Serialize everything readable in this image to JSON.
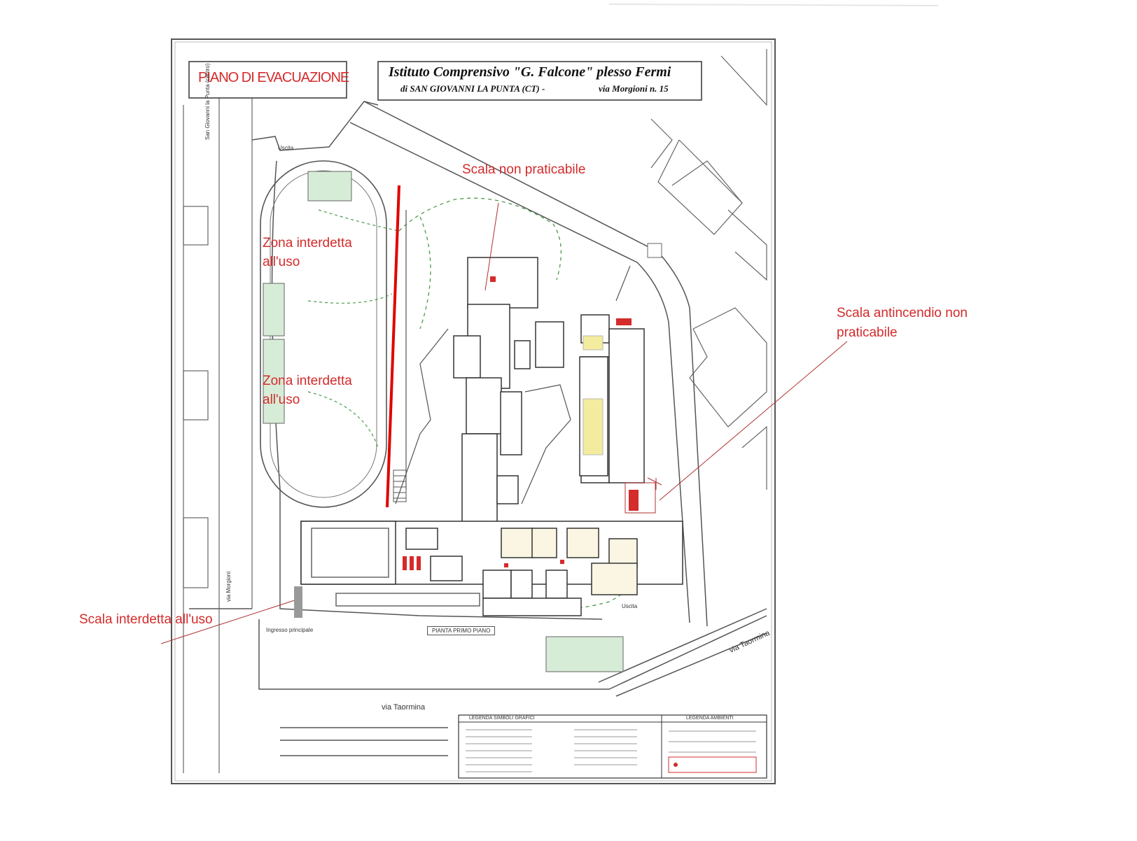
{
  "header": {
    "plan_title": "PIANO DI EVACUAZIONE",
    "school_name": "Istituto Comprensivo \"G. Falcone\" plesso Fermi",
    "school_location": "di SAN GIOVANNI LA PUNTA (CT) -",
    "school_address": "via Morgioni n. 15"
  },
  "annotations": {
    "stair_not_usable": "Scala non praticabile",
    "zone_1_line1": "Zona interdetta",
    "zone_1_line2": "all'uso",
    "zone_2_line1": "Zona interdetta",
    "zone_2_line2": "all'uso",
    "fire_stair_line1": "Scala antincendio non",
    "fire_stair_line2": "praticabile",
    "stair_forbidden": "Scala interdetta all'uso"
  },
  "map_labels": {
    "street_bottom": "via Taormina",
    "street_right": "via Taormina",
    "main_entrance": "Ingresso principale",
    "floor_label": "PIANTA PRIMO PIANO",
    "legend_symbols_title": "LEGENDA SIMBOLI GRAFICI",
    "legend_rooms_title": "LEGENDA AMBIENTI",
    "street_left_top": "San Giovanni la Punta (centro)",
    "street_left_bottom": "via Morgioni",
    "exit_top": "Uscita",
    "exit_bottom": "Uscita"
  },
  "colors": {
    "annotation": "#d42b2b",
    "forbidden_line": "#e00000",
    "plan_line": "#444444",
    "assembly_green": "#d7ecd7"
  }
}
